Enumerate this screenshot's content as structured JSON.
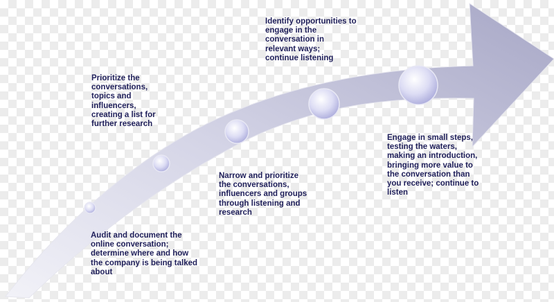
{
  "diagram": {
    "type": "curved-arrow-process",
    "colors": {
      "arrow_light": "#efeff7",
      "arrow_dark": "#aaaac8",
      "circle_light": "#ffffff",
      "circle_dark": "#b4b4e0",
      "text": "#1f1f5a"
    },
    "steps": [
      {
        "text": "Audit and document the\nonline conversation;\ndetermine where and how\nthe company is being talked\nabout"
      },
      {
        "text": "Prioritize the\nconversations,\ntopics and\ninfluencers,\ncreating a list for\nfurther research"
      },
      {
        "text": "Narrow  and prioritize\nthe conversations,\ninfluencers and groups\nthrough listening and\nresearch"
      },
      {
        "text": "Identify opportunities to\nengage in the\nconversation in\nrelevant ways;\ncontinue listening"
      },
      {
        "text": "Engage in small steps,\ntesting the waters,\nmaking an introduction,\nbringing more value to\nthe conversation than\nyou receive; continue to\nlisten"
      }
    ]
  }
}
